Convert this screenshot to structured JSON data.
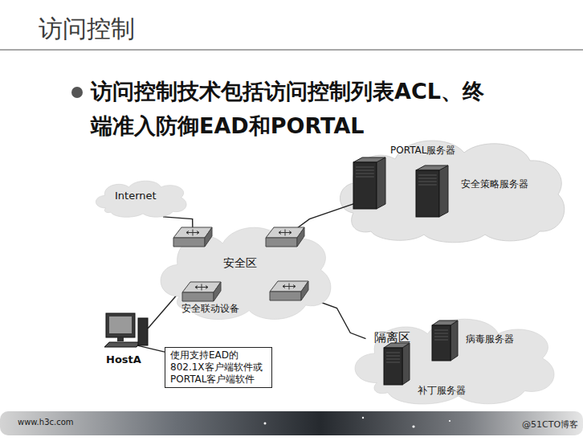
{
  "diagram": {
    "title": "访问控制",
    "nodes": [
      {
        "text": [
          "Internet"
        ]
      },
      {
        "text": [
          "安全区"
        ]
      },
      {
        "text": [
          "安全联动设备"
        ],
        "in": 1
      },
      {
        "text": [
          "PORTAL服务器"
        ]
      },
      {
        "text": [
          "安全策略服务器"
        ]
      },
      {
        "text": [
          "隔离区"
        ]
      },
      {
        "text": [
          "病毒服务器"
        ],
        "in": 5
      },
      {
        "text": [
          "补丁服务器"
        ],
        "in": 5
      },
      {
        "text": [
          "HostA"
        ]
      },
      {
        "text": [
          "使用支持EAD的 802.1X客户端软件或 PORTAL客户端软件"
        ]
      }
    ],
    "edges": [
      {
        "from": 0,
        "to": 1,
        "arrow": "none"
      },
      {
        "from": 1,
        "to": 3,
        "arrow": "none"
      },
      {
        "from": 2,
        "to": 8,
        "arrow": "none"
      },
      {
        "from": 1,
        "to": 5,
        "arrow": "none"
      },
      {
        "from": 8,
        "to": 9,
        "arrow": "none"
      }
    ],
    "labels": [
      "访问控制技术包括访问控制列表ACL、终端准入防御EAD和PORTAL",
      "www.h3c.com",
      "@51CTO博客"
    ]
  }
}
